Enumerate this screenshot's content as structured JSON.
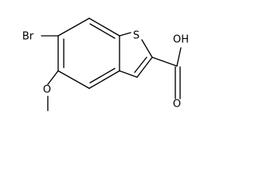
{
  "structure": {
    "atoms": {
      "bromine": "Br",
      "sulfur": "S",
      "methoxy_oxygen": "O",
      "carbonyl_oxygen": "O",
      "hydroxyl": "OH"
    }
  },
  "colors": {
    "bond": "#000000",
    "label": "#000000",
    "background": "#ffffff"
  }
}
